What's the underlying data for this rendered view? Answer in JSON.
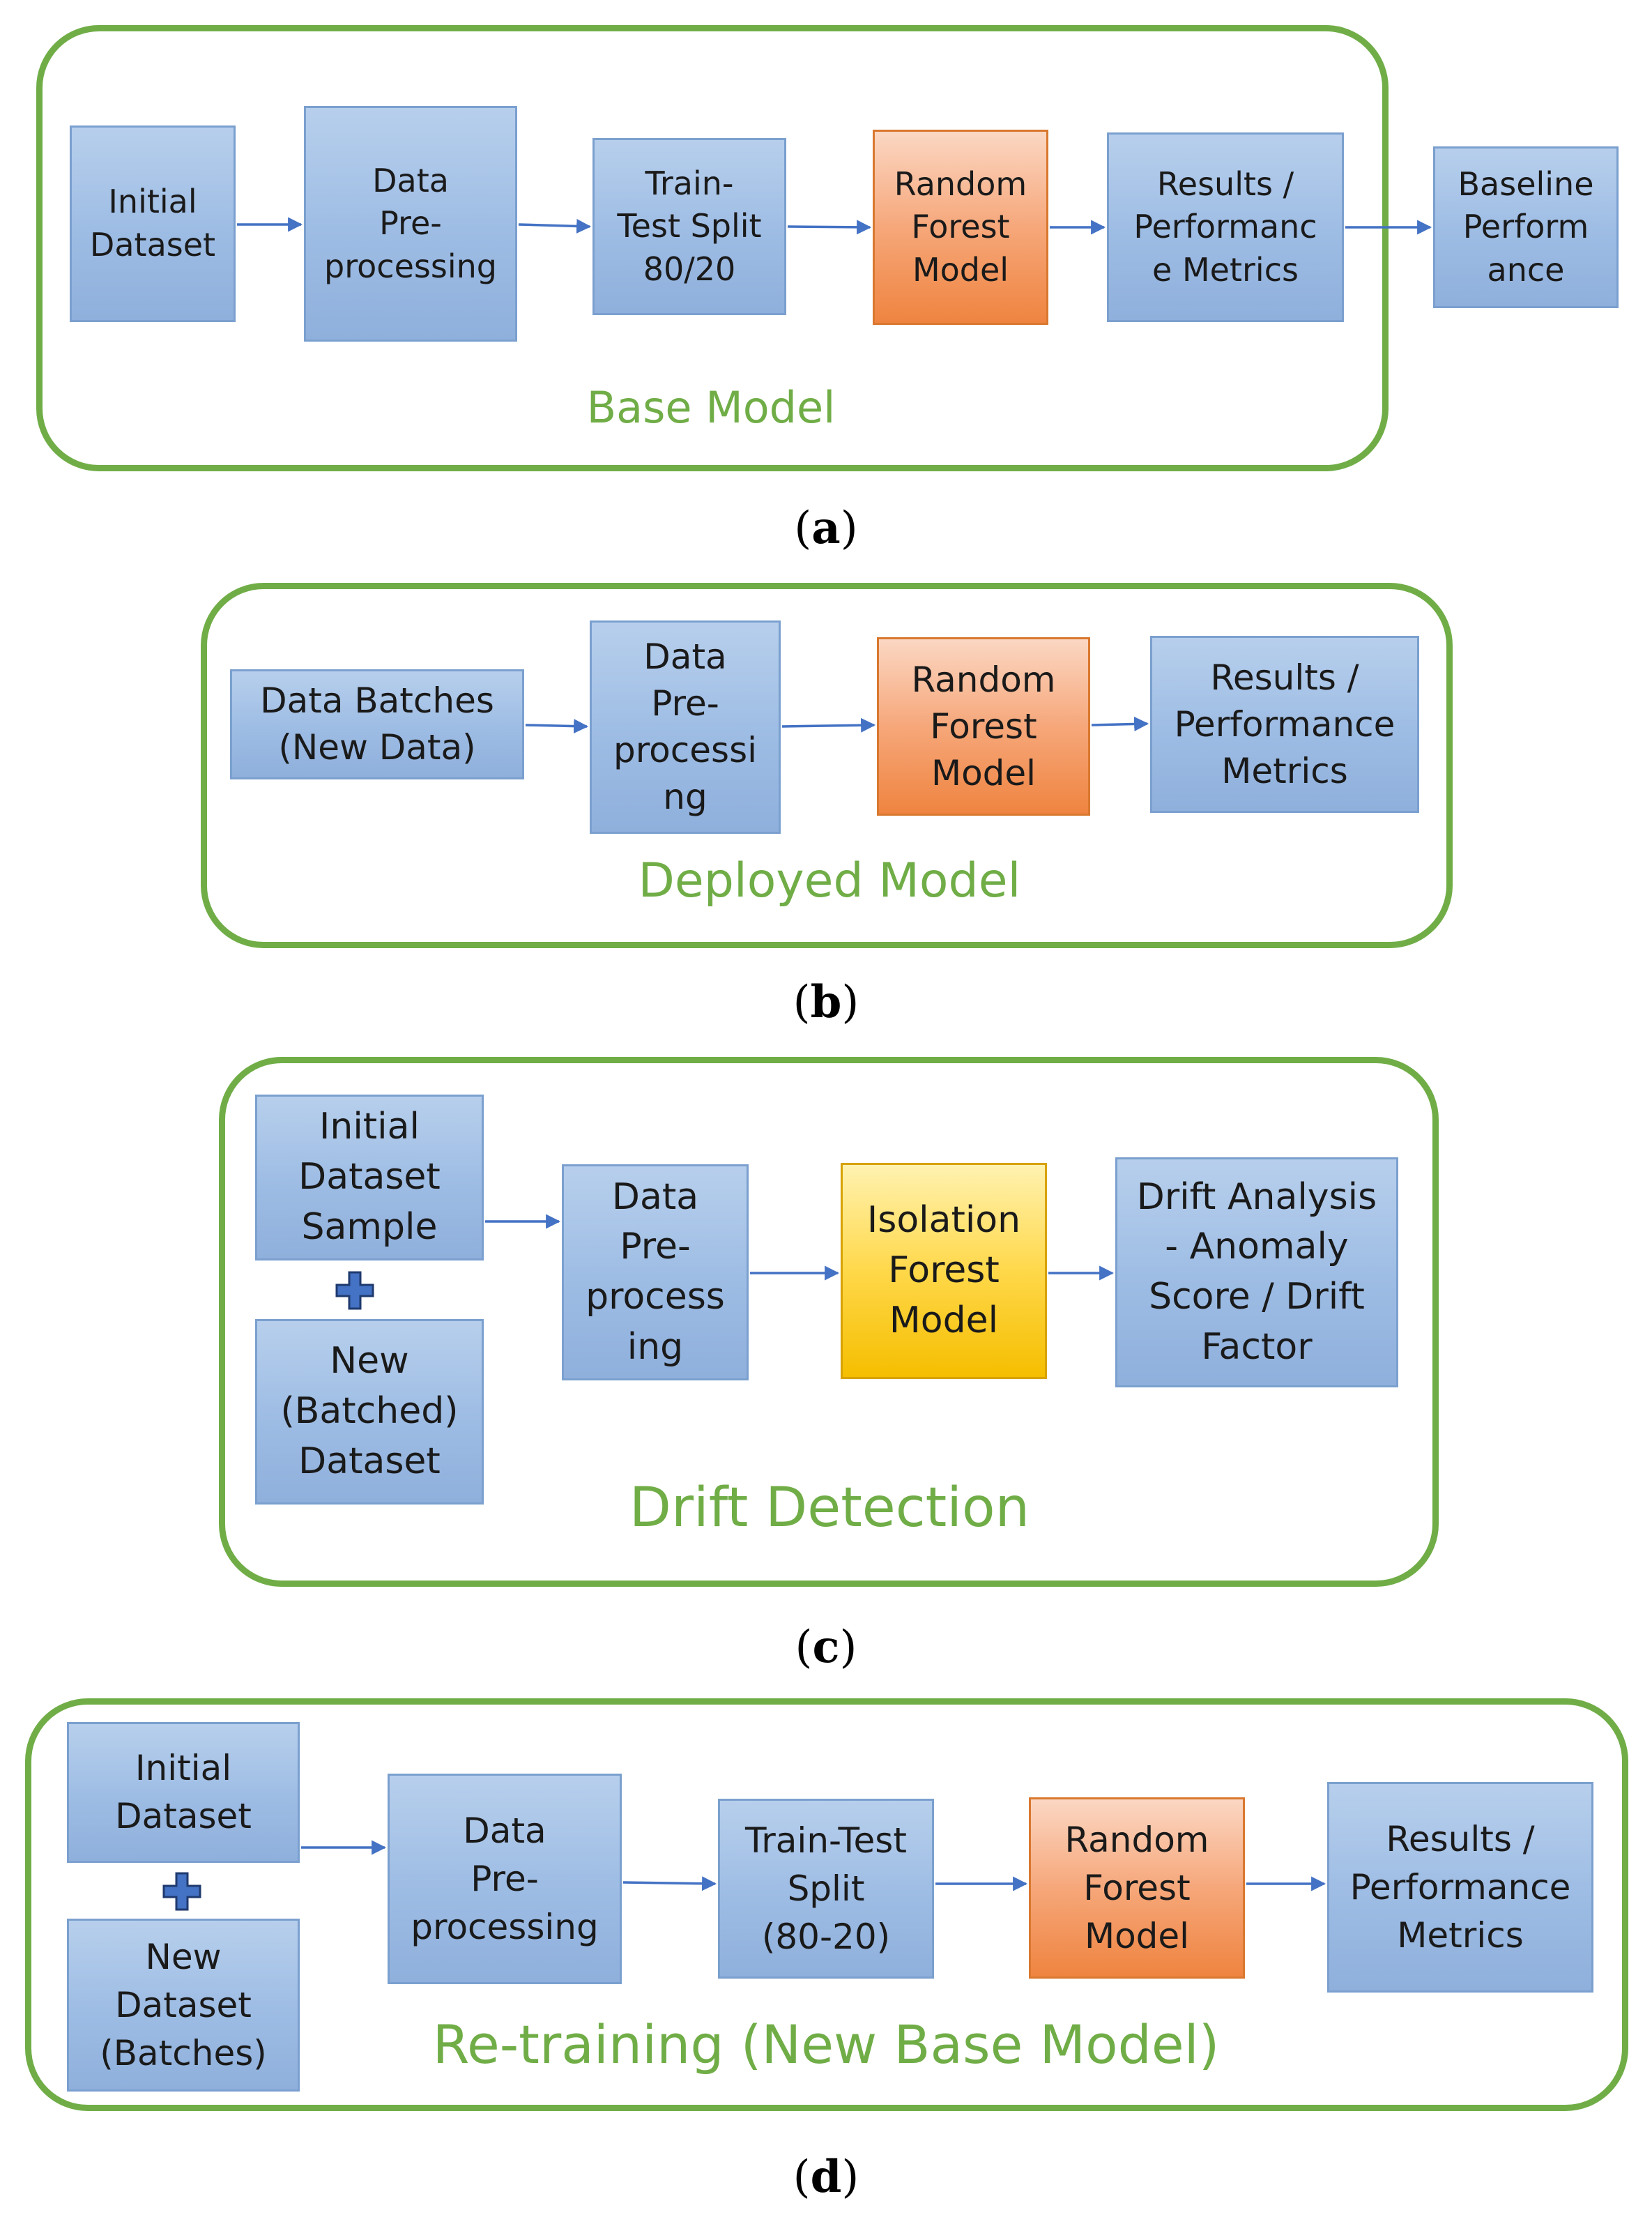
{
  "panels": {
    "a": {
      "title": "Base Model",
      "caption": "a",
      "boxes": {
        "initial_dataset": [
          "Initial",
          "Dataset"
        ],
        "preprocessing": [
          "Data",
          "Pre-",
          "processing"
        ],
        "split": [
          "Train-",
          "Test Split",
          "80/20"
        ],
        "random_forest": [
          "Random",
          "Forest",
          "Model"
        ],
        "results": [
          "Results /",
          "Performanc",
          "e Metrics"
        ],
        "baseline": [
          "Baseline",
          "Perform",
          "ance"
        ]
      }
    },
    "b": {
      "title": "Deployed Model",
      "caption": "b",
      "boxes": {
        "data_batches": [
          "Data Batches",
          "(New Data)"
        ],
        "preprocessing": [
          "Data",
          "Pre-",
          "processi",
          "ng"
        ],
        "random_forest": [
          "Random",
          "Forest",
          "Model"
        ],
        "results": [
          "Results /",
          "Performance",
          "Metrics"
        ]
      }
    },
    "c": {
      "title": "Drift Detection",
      "caption": "c",
      "boxes": {
        "initial_sample": [
          "Initial",
          "Dataset",
          "Sample"
        ],
        "new_batched": [
          "New",
          "(Batched)",
          "Dataset"
        ],
        "preprocessing": [
          "Data",
          "Pre-",
          "process",
          "ing"
        ],
        "isolation_forest": [
          "Isolation",
          "Forest",
          "Model"
        ],
        "drift_analysis": [
          "Drift Analysis",
          "- Anomaly",
          "Score / Drift",
          "Factor"
        ]
      }
    },
    "d": {
      "title": "Re-training (New Base Model)",
      "caption": "d",
      "boxes": {
        "initial_dataset": [
          "Initial",
          "Dataset"
        ],
        "new_dataset": [
          "New",
          "Dataset",
          "(Batches)"
        ],
        "preprocessing": [
          "Data",
          "Pre-",
          "processing"
        ],
        "split": [
          "Train-Test",
          "Split",
          "(80-20)"
        ],
        "random_forest": [
          "Random",
          "Forest",
          "Model"
        ],
        "results": [
          "Results /",
          "Performance",
          "Metrics"
        ]
      }
    }
  },
  "colors": {
    "panel_border": "#70ad47",
    "box_blue": "#9dbce4",
    "box_orange": "#ef8440",
    "box_yellow": "#ffd84a",
    "arrow": "#4472c4"
  }
}
